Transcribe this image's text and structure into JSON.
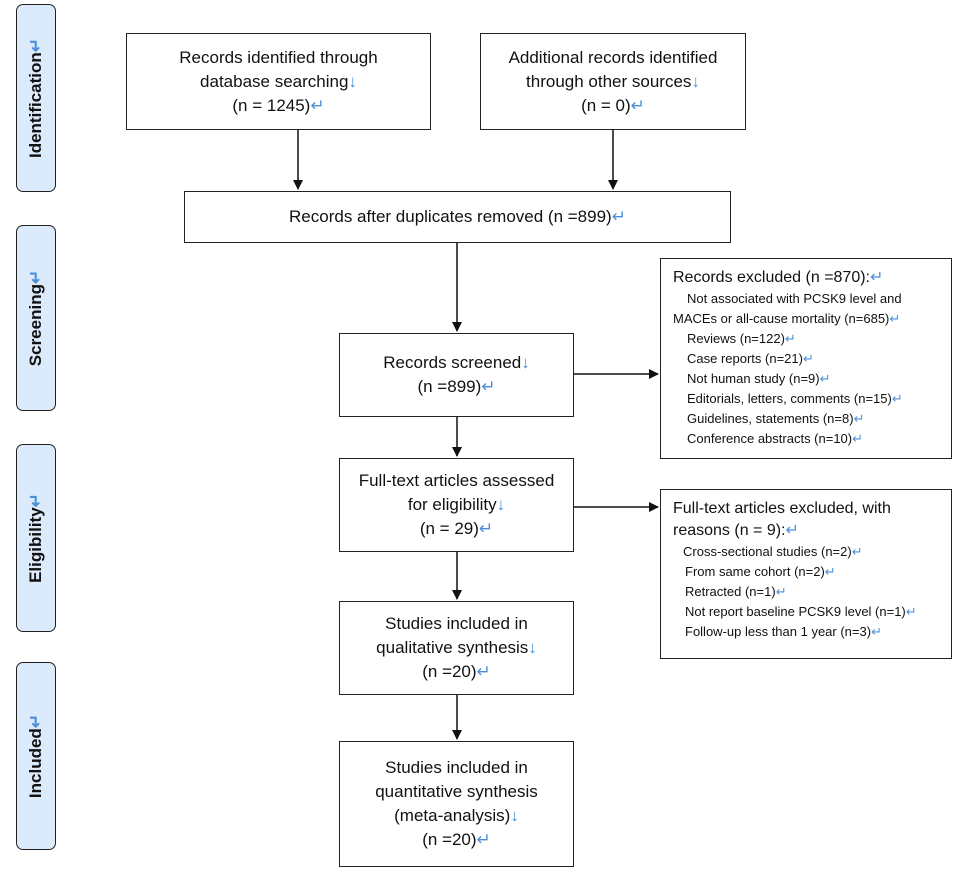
{
  "stages": {
    "identification": "Identification",
    "screening": "Screening",
    "eligibility": "Eligibility",
    "included": "Included"
  },
  "marks": {
    "return": "↵",
    "down": "↓"
  },
  "boxes": {
    "database": {
      "line1": "Records identified through",
      "line2": "database searching",
      "line3": "(n = 1245)"
    },
    "other": {
      "line1": "Additional records identified",
      "line2": "through other sources",
      "line3": "(n = 0)"
    },
    "dedup": {
      "line1": "Records after duplicates removed (n =899)"
    },
    "screened": {
      "line1": "Records screened",
      "line2": "(n =899)"
    },
    "fulltext": {
      "line1": "Full-text articles assessed",
      "line2": "for eligibility",
      "line3": "(n = 29)"
    },
    "qualitative": {
      "line1": "Studies included in",
      "line2": "qualitative synthesis",
      "line3": "(n =20)"
    },
    "quantitative": {
      "line1": "Studies included in",
      "line2": "quantitative synthesis",
      "line3": "(meta-analysis)",
      "line4": "(n =20)"
    }
  },
  "excluded_screening": {
    "title": "Records excluded (n =870):",
    "items": [
      "Not associated with PCSK9 level and",
      "MACEs or all-cause mortality (n=685)",
      "Reviews (n=122)",
      "Case reports (n=21)",
      "Not human study (n=9)",
      "Editorials, letters, comments (n=15)",
      "Guidelines, statements (n=8)",
      "Conference abstracts (n=10)"
    ]
  },
  "excluded_fulltext": {
    "title_line1": "Full-text articles excluded, with",
    "title_line2": "reasons (n = 9):",
    "items": [
      "Cross-sectional studies (n=2)",
      "From same cohort (n=2)",
      "Retracted (n=1)",
      "Not report baseline PCSK9 level (n=1)",
      "Follow-up less than 1 year (n=3)"
    ]
  }
}
